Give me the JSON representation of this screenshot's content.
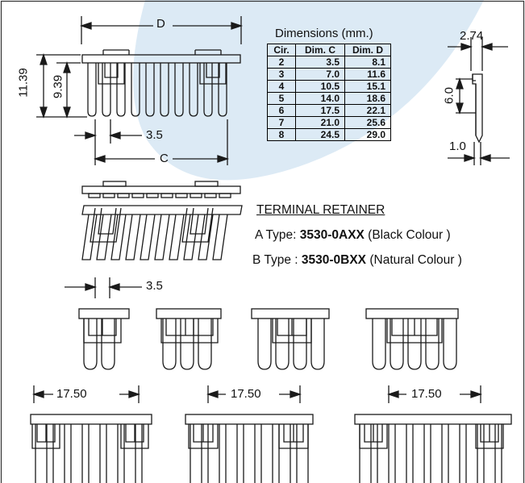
{
  "dim_labels": {
    "d": "D",
    "c": "C",
    "h_total": "11.39",
    "h_inner": "9.39",
    "pitch_top": "3.5",
    "pitch_mid": "3.5",
    "side_w": "2.74",
    "side_h": "6.0",
    "side_t": "1.0"
  },
  "table": {
    "title": "Dimensions (mm.)",
    "headers": [
      "Cir.",
      "Dim. C",
      "Dim. D"
    ],
    "rows": [
      [
        "2",
        "3.5",
        "8.1"
      ],
      [
        "3",
        "7.0",
        "11.6"
      ],
      [
        "4",
        "10.5",
        "15.1"
      ],
      [
        "5",
        "14.0",
        "18.6"
      ],
      [
        "6",
        "17.5",
        "22.1"
      ],
      [
        "7",
        "21.0",
        "25.6"
      ],
      [
        "8",
        "24.5",
        "29.0"
      ]
    ]
  },
  "retainer": {
    "heading": "TERMINAL RETAINER",
    "a_prefix": "A Type: ",
    "a_part": "3530-0AXX",
    "a_suffix": " (Black Colour )",
    "b_prefix": "B Type : ",
    "b_part": "3530-0BXX",
    "b_suffix": " (Natural Colour )"
  },
  "bottom_spans": [
    "17.50",
    "17.50",
    "17.50"
  ],
  "colors": {
    "accent_watermark": "#d6e6f3",
    "line": "#1a1a1a"
  }
}
